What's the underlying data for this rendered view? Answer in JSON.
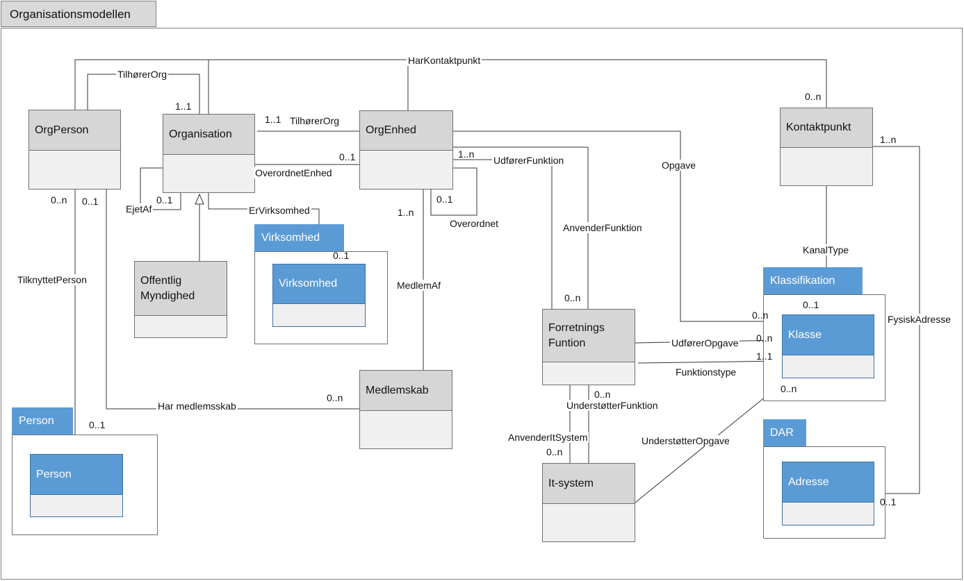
{
  "title": "Organisationsmodellen",
  "classes": {
    "orgperson": "OrgPerson",
    "organisation": "Organisation",
    "orgenhed": "OrgEnhed",
    "kontaktpunkt": "Kontaktpunkt",
    "offentlig_myndighed_1": "Offentlig",
    "offentlig_myndighed_2": "Myndighed",
    "virksomhed": "Virksomhed",
    "medlemskab": "Medlemskab",
    "forretningsfunktion_1": "Forretnings",
    "forretningsfunktion_2": "Funtion",
    "it_system": "It-system",
    "klasse": "Klasse",
    "person": "Person",
    "adresse": "Adresse"
  },
  "packages": {
    "virksomhed": "Virksomhed",
    "klassifikation": "Klassifikation",
    "dar": "DAR",
    "person": "Person"
  },
  "associations": {
    "har_kontaktpunkt": "HarKontaktpunkt",
    "tilhoerer_org_1": "TilhørerOrg",
    "tilhoerer_org_2": "TilhørerOrg",
    "overordnet_enhed": "OverordnetEnhed",
    "ejet_af": "EjetAf",
    "er_virksomhed": "ErVirksomhed",
    "udfoerer_funktion": "UdførerFunktion",
    "anvender_funktion": "AnvenderFunktion",
    "overordnet": "Overordnet",
    "medlem_af": "MedlemAf",
    "opgave": "Opgave",
    "kanal_type": "KanalType",
    "fysisk_adresse": "FysiskAdresse",
    "tilknyttet_person": "TilknyttetPerson",
    "har_medlemsskab": "Har medlemsskab",
    "udfoerer_opgave": "UdførerOpgave",
    "funktionstype": "Funktionstype",
    "understoetter_funktion": "UnderstøtterFunktion",
    "anvender_it_system": "AnvenderItSystem",
    "understoetter_opgave": "UnderstøtterOpgave"
  },
  "multiplicities": {
    "org_tilhoererorg": "1..1",
    "kontakt_0n": "0..n",
    "kontakt_1n": "1..n",
    "org_orgenhed_11": "1..1",
    "orgenhed_01": "0..1",
    "orgenhed_1n": "1..n",
    "orgenhed_overordnet_01": "0..1",
    "orgperson_0n": "0..n",
    "orgperson_01": "0..1",
    "ejetaf_01": "0..1",
    "medlem_1n": "1..n",
    "virksomhed_01": "0..1",
    "forretning_0n": "0..n",
    "klasse_01_top": "0..1",
    "klasse_0n_top": "0..n",
    "klasse_0n_mid": "0..n",
    "klasse_11": "1..1",
    "klasse_0n_bottom": "0..n",
    "medlemskab_0n": "0..n",
    "person_01": "0..1",
    "understoetter_0n": "0..n",
    "itsystem_0n": "0..n",
    "adresse_01": "0..1"
  },
  "colors": {
    "class_header": "#d6d6d6",
    "class_body": "#f0f0f0",
    "external_blue": "#5b9bd5",
    "line": "#333333"
  }
}
